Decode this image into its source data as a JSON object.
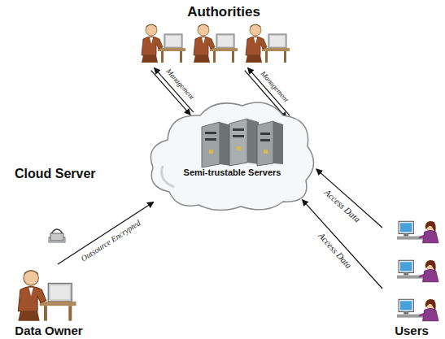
{
  "diagram": {
    "nodes": [
      {
        "text": [
          "Authorities"
        ]
      },
      {
        "text": [
          "Semi-trustable Servers"
        ]
      },
      {
        "text": [
          "Data Owner"
        ]
      },
      {
        "text": [
          "Users"
        ]
      }
    ],
    "edges": [
      {
        "from": 0,
        "to": 1,
        "label": "Management",
        "arrow": "both"
      },
      {
        "from": 0,
        "to": 1,
        "label": "Management",
        "arrow": "both"
      },
      {
        "from": 2,
        "to": 1,
        "label": "Outsource Encrypted",
        "arrow": "to"
      },
      {
        "from": 3,
        "to": 1,
        "label": "Access Data",
        "arrow": "to"
      },
      {
        "from": 3,
        "to": 1,
        "label": "Access Data",
        "arrow": "to"
      }
    ],
    "labels": [
      "Cloud Server"
    ]
  }
}
